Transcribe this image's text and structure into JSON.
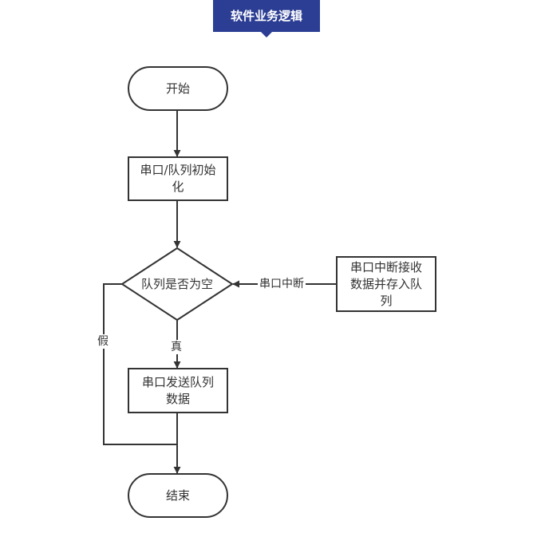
{
  "banner": {
    "title": "软件业务逻辑",
    "color": "#2c3e94"
  },
  "flowchart": {
    "stroke_color": "#333333",
    "nodes": {
      "start": {
        "label": "开始",
        "shape": "terminal"
      },
      "init": {
        "label": "串口/队列初始化",
        "shape": "process"
      },
      "decision": {
        "label": "队列是否为空",
        "shape": "decision"
      },
      "interrupt_store": {
        "label": "串口中断接收数据并存入队列",
        "shape": "process"
      },
      "send": {
        "label": "串口发送队列数据",
        "shape": "process"
      },
      "end": {
        "label": "结束",
        "shape": "terminal"
      }
    },
    "edges": {
      "interrupt_label": "串口中断",
      "true_label": "真",
      "false_label": "假"
    }
  }
}
